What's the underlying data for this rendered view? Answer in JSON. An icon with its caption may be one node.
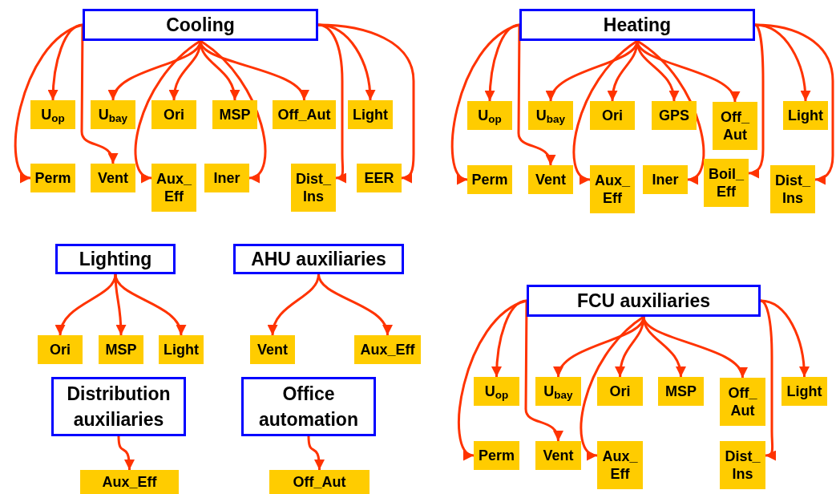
{
  "diagram": {
    "nodes": [
      {
        "text": [
          "Cooling"
        ]
      },
      {
        "text": [
          "U$_{op}$"
        ]
      },
      {
        "text": [
          "U$_{bay}$"
        ]
      },
      {
        "text": [
          "Ori"
        ]
      },
      {
        "text": [
          "MSP"
        ]
      },
      {
        "text": [
          "Off_Aut"
        ]
      },
      {
        "text": [
          "Light"
        ]
      },
      {
        "text": [
          "Perm"
        ]
      },
      {
        "text": [
          "Vent"
        ]
      },
      {
        "text": [
          "Aux_ Eff"
        ]
      },
      {
        "text": [
          "Iner"
        ]
      },
      {
        "text": [
          "Dist_ Ins"
        ]
      },
      {
        "text": [
          "EER"
        ]
      },
      {
        "text": [
          "Heating"
        ]
      },
      {
        "text": [
          "U$_{op}$"
        ]
      },
      {
        "text": [
          "U$_{bay}$"
        ]
      },
      {
        "text": [
          "Ori"
        ]
      },
      {
        "text": [
          "GPS"
        ]
      },
      {
        "text": [
          "Off_ Aut"
        ]
      },
      {
        "text": [
          "Light"
        ]
      },
      {
        "text": [
          "Perm"
        ]
      },
      {
        "text": [
          "Vent"
        ]
      },
      {
        "text": [
          "Aux_ Eff"
        ]
      },
      {
        "text": [
          "Iner"
        ]
      },
      {
        "text": [
          "Boil_ Eff"
        ]
      },
      {
        "text": [
          "Dist_ Ins"
        ]
      },
      {
        "text": [
          "Lighting"
        ]
      },
      {
        "text": [
          "Ori"
        ]
      },
      {
        "text": [
          "MSP"
        ]
      },
      {
        "text": [
          "Light"
        ]
      },
      {
        "text": [
          "AHU auxiliaries"
        ]
      },
      {
        "text": [
          "Vent"
        ]
      },
      {
        "text": [
          "Aux_Eff"
        ]
      },
      {
        "text": [
          "Distribution auxiliaries"
        ]
      },
      {
        "text": [
          "Aux_Eff"
        ]
      },
      {
        "text": [
          "Office automation"
        ]
      },
      {
        "text": [
          "Off_Aut"
        ]
      },
      {
        "text": [
          "FCU auxiliaries"
        ]
      },
      {
        "text": [
          "U$_{op}$"
        ]
      },
      {
        "text": [
          "U$_{bay}$"
        ]
      },
      {
        "text": [
          "Ori"
        ]
      },
      {
        "text": [
          "MSP"
        ]
      },
      {
        "text": [
          "Off_ Aut"
        ]
      },
      {
        "text": [
          "Light"
        ]
      },
      {
        "text": [
          "Perm"
        ]
      },
      {
        "text": [
          "Vent"
        ]
      },
      {
        "text": [
          "Aux_ Eff"
        ]
      },
      {
        "text": [
          "Dist_ Ins"
        ]
      }
    ],
    "edges": [
      {
        "from": 0,
        "to": 1,
        "arrow": "to"
      },
      {
        "from": 0,
        "to": 2,
        "arrow": "to"
      },
      {
        "from": 0,
        "to": 3,
        "arrow": "to"
      },
      {
        "from": 0,
        "to": 4,
        "arrow": "to"
      },
      {
        "from": 0,
        "to": 5,
        "arrow": "to"
      },
      {
        "from": 0,
        "to": 6,
        "arrow": "to"
      },
      {
        "from": 0,
        "to": 7,
        "arrow": "to"
      },
      {
        "from": 0,
        "to": 8,
        "arrow": "to"
      },
      {
        "from": 0,
        "to": 9,
        "arrow": "to"
      },
      {
        "from": 0,
        "to": 10,
        "arrow": "to"
      },
      {
        "from": 0,
        "to": 11,
        "arrow": "to"
      },
      {
        "from": 0,
        "to": 12,
        "arrow": "to"
      },
      {
        "from": 13,
        "to": 14,
        "arrow": "to"
      },
      {
        "from": 13,
        "to": 15,
        "arrow": "to"
      },
      {
        "from": 13,
        "to": 16,
        "arrow": "to"
      },
      {
        "from": 13,
        "to": 17,
        "arrow": "to"
      },
      {
        "from": 13,
        "to": 18,
        "arrow": "to"
      },
      {
        "from": 13,
        "to": 19,
        "arrow": "to"
      },
      {
        "from": 13,
        "to": 20,
        "arrow": "to"
      },
      {
        "from": 13,
        "to": 21,
        "arrow": "to"
      },
      {
        "from": 13,
        "to": 22,
        "arrow": "to"
      },
      {
        "from": 13,
        "to": 23,
        "arrow": "to"
      },
      {
        "from": 13,
        "to": 24,
        "arrow": "to"
      },
      {
        "from": 13,
        "to": 25,
        "arrow": "to"
      },
      {
        "from": 26,
        "to": 27,
        "arrow": "to"
      },
      {
        "from": 26,
        "to": 28,
        "arrow": "to"
      },
      {
        "from": 26,
        "to": 29,
        "arrow": "to"
      },
      {
        "from": 30,
        "to": 31,
        "arrow": "to"
      },
      {
        "from": 30,
        "to": 32,
        "arrow": "to"
      },
      {
        "from": 33,
        "to": 34,
        "arrow": "to"
      },
      {
        "from": 35,
        "to": 36,
        "arrow": "to"
      },
      {
        "from": 37,
        "to": 38,
        "arrow": "to"
      },
      {
        "from": 37,
        "to": 39,
        "arrow": "to"
      },
      {
        "from": 37,
        "to": 40,
        "arrow": "to"
      },
      {
        "from": 37,
        "to": 41,
        "arrow": "to"
      },
      {
        "from": 37,
        "to": 42,
        "arrow": "to"
      },
      {
        "from": 37,
        "to": 43,
        "arrow": "to"
      },
      {
        "from": 37,
        "to": 44,
        "arrow": "to"
      },
      {
        "from": 37,
        "to": 45,
        "arrow": "to"
      },
      {
        "from": 37,
        "to": 46,
        "arrow": "to"
      },
      {
        "from": 37,
        "to": 47,
        "arrow": "to"
      }
    ]
  }
}
